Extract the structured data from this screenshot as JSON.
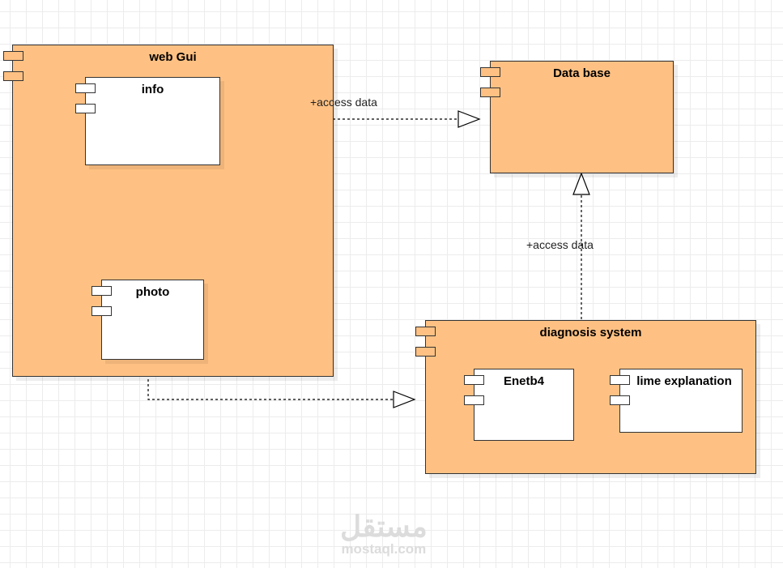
{
  "components": {
    "web_gui": "web Gui",
    "info": "info",
    "photo": "photo",
    "database": "Data base",
    "diagnosis": "diagnosis system",
    "enetb4": "Enetb4",
    "lime": "lime explanation"
  },
  "connectors": {
    "info_to_db": "+access data",
    "diagnosis_to_db": "+access data"
  },
  "watermark": {
    "arabic": "مستقل",
    "latin": "mostaql.com"
  },
  "colors": {
    "component_fill": "#FFC183",
    "inner_fill": "#FFFFFF",
    "stroke": "#333333"
  }
}
